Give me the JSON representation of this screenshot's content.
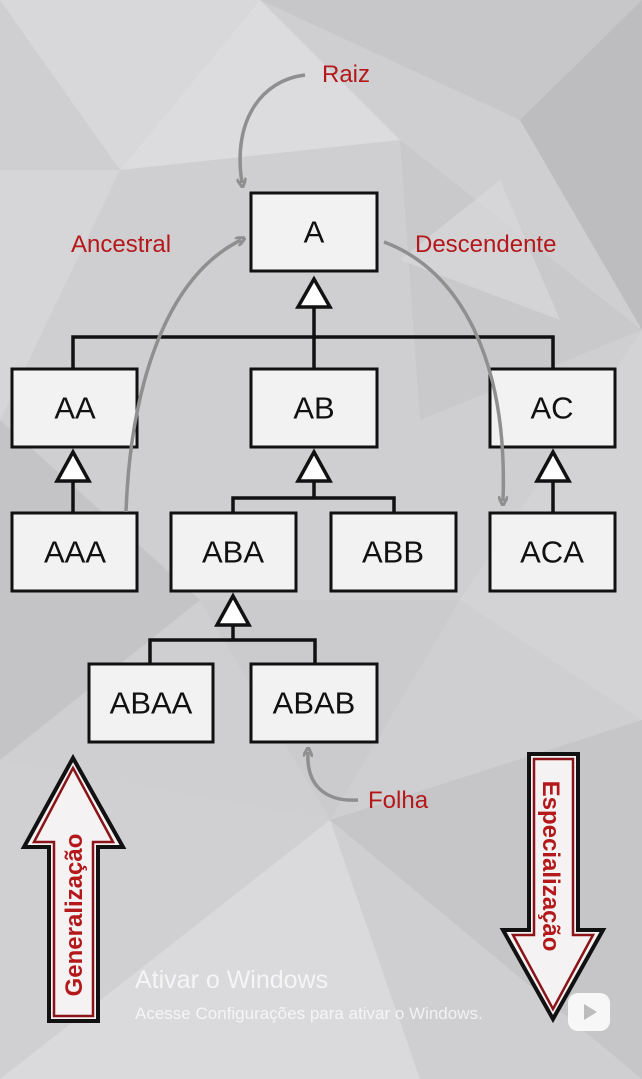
{
  "nodes": {
    "A": "A",
    "AA": "AA",
    "AB": "AB",
    "AC": "AC",
    "AAA": "AAA",
    "ABA": "ABA",
    "ABB": "ABB",
    "ACA": "ACA",
    "ABAA": "ABAA",
    "ABAB": "ABAB"
  },
  "annotations": {
    "root": "Raiz",
    "ancestor": "Ancestral",
    "descendant": "Descendente",
    "leaf": "Folha",
    "generalization": "Generalização",
    "specialization": "Especialização"
  },
  "watermark": {
    "title": "Ativar o Windows",
    "subtitle": "Acesse Configurações para ativar o Windows."
  },
  "colors": {
    "annotation_red": "#b4181b",
    "node_fill": "#f2f2f2",
    "line": "#111111",
    "curve_arrow": "#8f8f8f"
  }
}
